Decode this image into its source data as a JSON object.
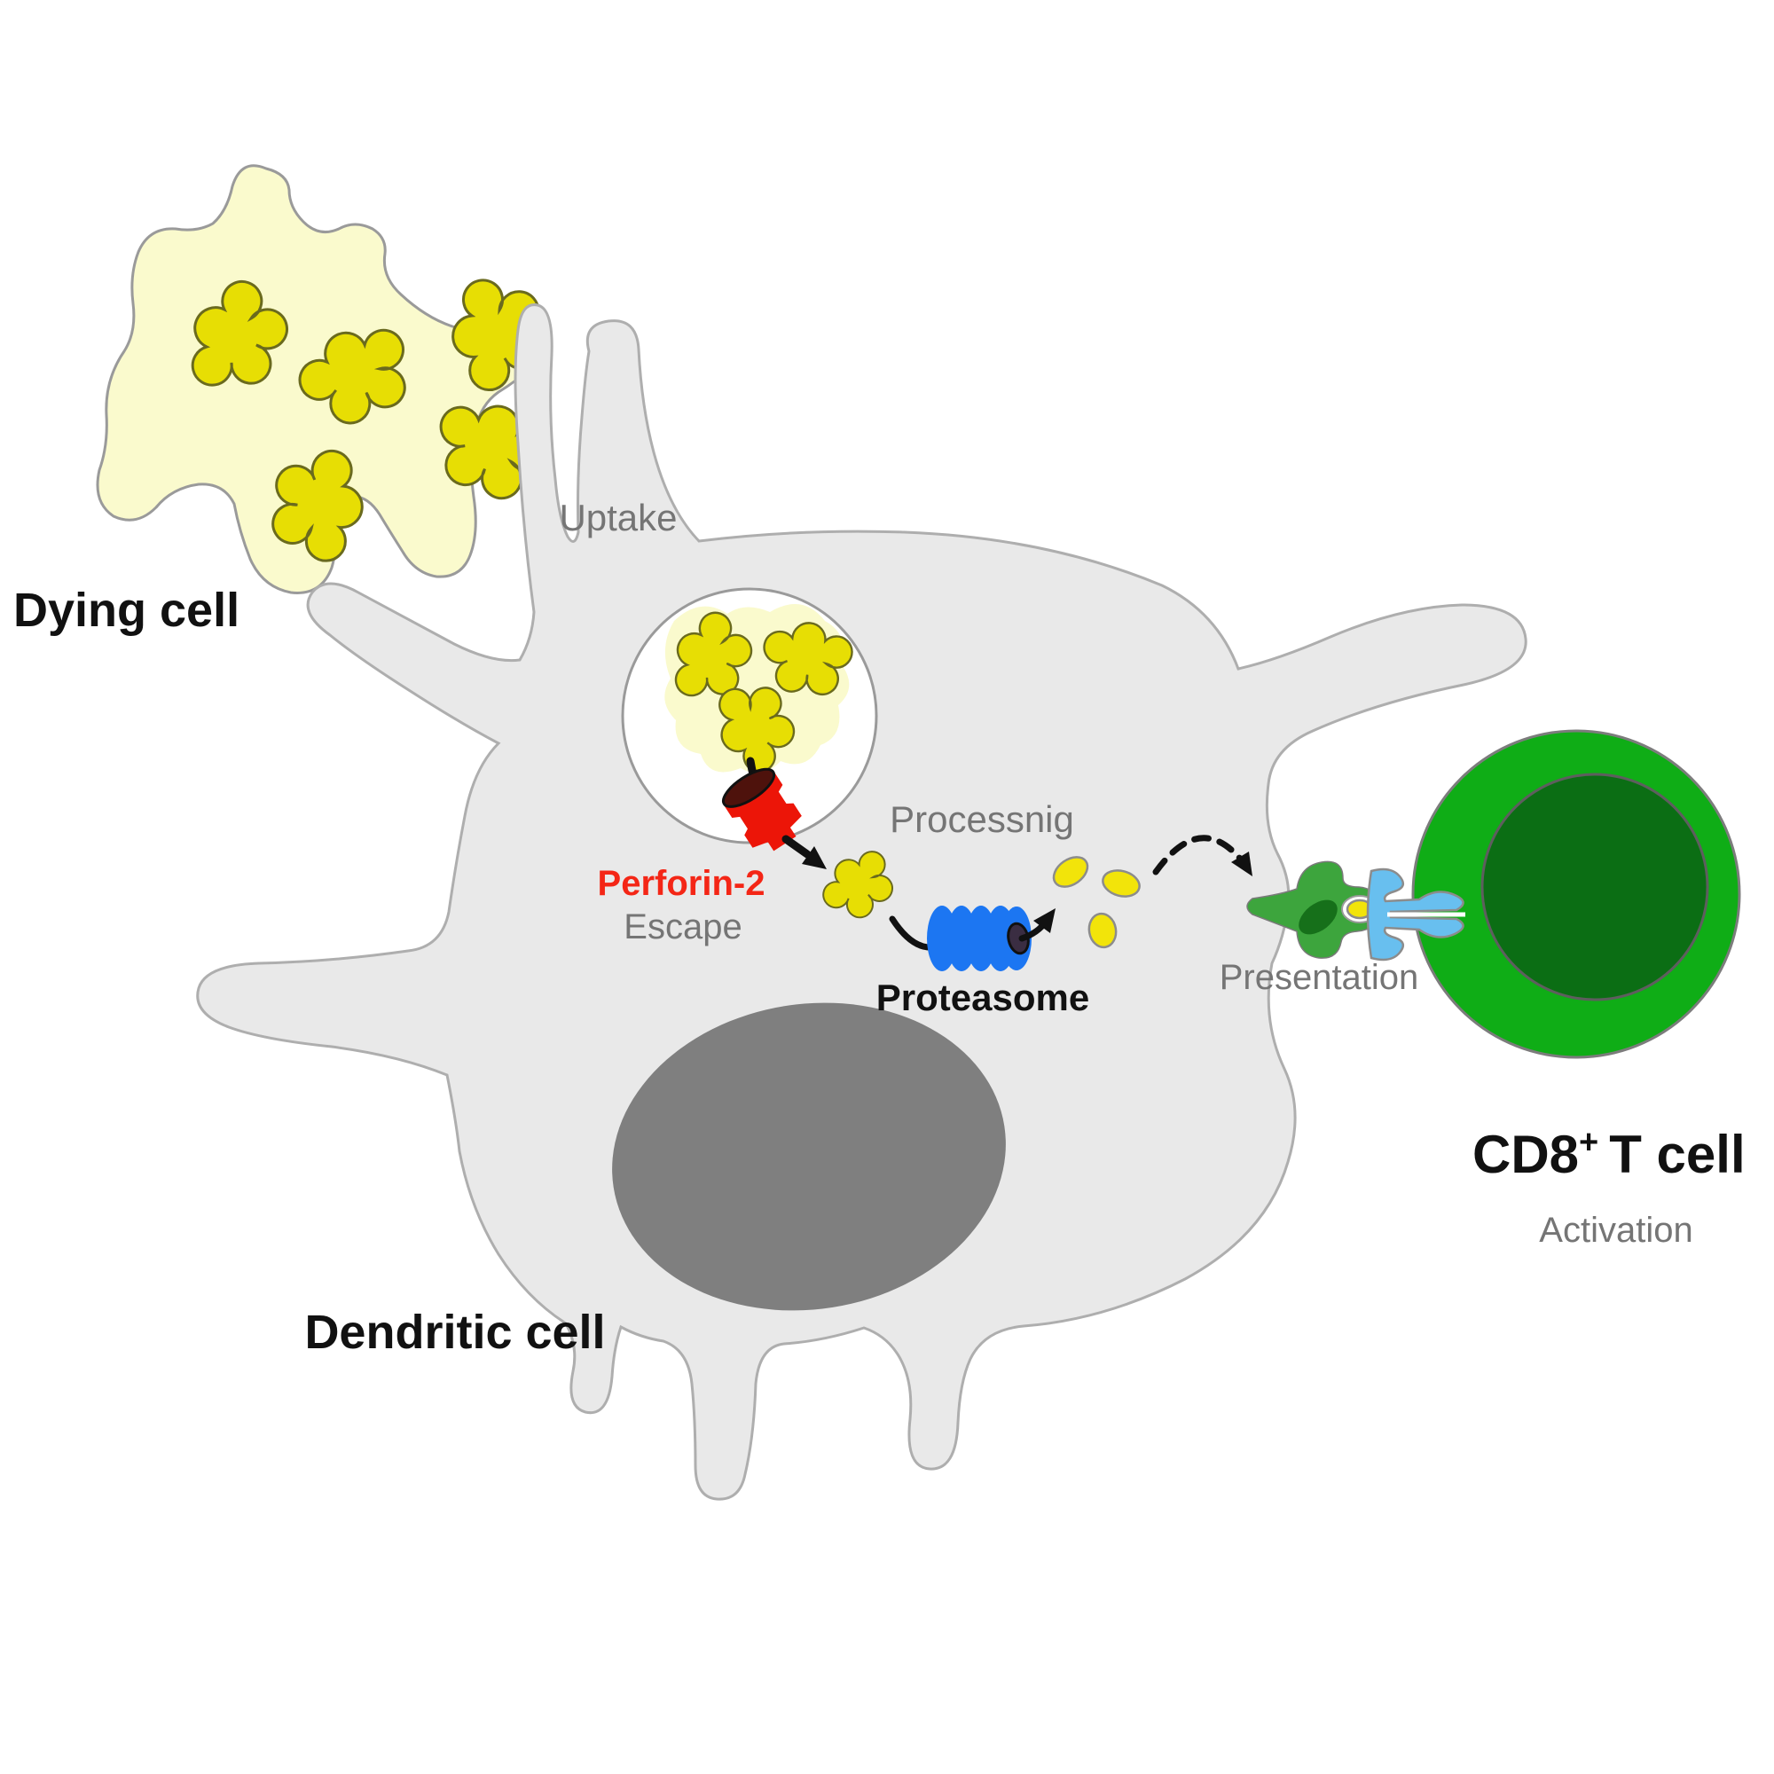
{
  "diagram": {
    "labels": {
      "dying_cell": "Dying cell",
      "uptake": "Uptake",
      "perforin2": "Perforin-2",
      "escape": "Escape",
      "processing": "Processnig",
      "proteasome": "Proteasome",
      "presentation": "Presentation",
      "cd8_base": "CD8",
      "cd8_sup": "+",
      "cd8_rest": "T cell",
      "activation": "Activation",
      "dendritic_cell": "Dendritic cell"
    },
    "colors": {
      "background": "#ffffff",
      "dying_cell_fill": "#fafacd",
      "antigen_fill": "#e7de04",
      "dendritic_fill": "#e9e9e9",
      "dc_nucleus_fill": "#7f7f7f",
      "phagosome_fill": "#ffffff",
      "phagosome_content_fill": "#fafacd",
      "perforin_fill": "#ec1508",
      "perforin_opening_fill": "#4e120c",
      "proteasome_fill": "#1c76f2",
      "proteasome_opening_fill": "#3a2d42",
      "peptide_fill": "#f2e40a",
      "mhc_fill": "#3da53d",
      "mhc_dark_fill": "#16701a",
      "mhc_groove_fill": "#ffffff",
      "tcr_fill": "#68bfef",
      "tcell_fill": "#0fad16",
      "tcell_nucleus_fill": "#0b6e14",
      "label_gray": "#757575",
      "label_black": "#111111",
      "perforin_label_red": "#f42616",
      "arrow_black": "#111111"
    },
    "counts": {
      "dying_cell_antigens": 5,
      "phagosome_antigens": 3,
      "escaped_antigens": 1,
      "peptides": 3
    }
  }
}
